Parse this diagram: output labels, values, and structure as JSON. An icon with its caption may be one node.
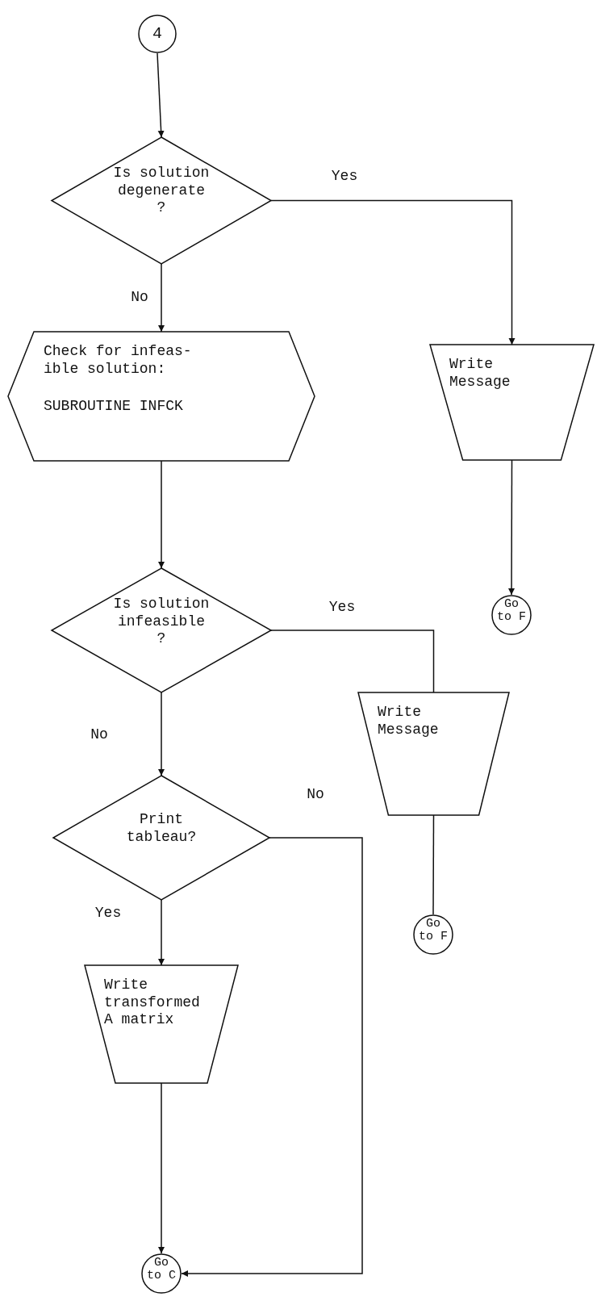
{
  "diagram": {
    "nodes": [
      {
        "text": [
          "4"
        ]
      },
      {
        "text": [
          "Is solution degenerate ?"
        ]
      },
      {
        "text": [
          "Check for infeas- ible solution:",
          "SUBROUTINE INFCK"
        ]
      },
      {
        "text": [
          "Is solution infeasible ?"
        ]
      },
      {
        "text": [
          "Print tableau?"
        ]
      },
      {
        "text": [
          "Write transformed A matrix"
        ]
      },
      {
        "text": [
          "Go to C"
        ]
      },
      {
        "text": [
          "Write Message"
        ]
      },
      {
        "text": [
          "Go to F"
        ]
      },
      {
        "text": [
          "Write Message"
        ]
      },
      {
        "text": [
          "Go to F"
        ]
      }
    ],
    "edges": [
      {
        "from": 0,
        "to": 1,
        "arrow": "to"
      },
      {
        "from": 1,
        "to": 7,
        "arrow": "to",
        "label": "Yes"
      },
      {
        "from": 1,
        "to": 2,
        "arrow": "to",
        "label": "No"
      },
      {
        "from": 7,
        "to": 8,
        "arrow": "to"
      },
      {
        "from": 2,
        "to": 3,
        "arrow": "to"
      },
      {
        "from": 3,
        "to": 9,
        "arrow": "none",
        "label": "Yes"
      },
      {
        "from": 3,
        "to": 4,
        "arrow": "to",
        "label": "No"
      },
      {
        "from": 9,
        "to": 10,
        "arrow": "none"
      },
      {
        "from": 4,
        "to": 5,
        "arrow": "to",
        "label": "Yes"
      },
      {
        "from": 4,
        "to": 6,
        "arrow": "to",
        "label": "No"
      },
      {
        "from": 5,
        "to": 6,
        "arrow": "to"
      }
    ]
  }
}
